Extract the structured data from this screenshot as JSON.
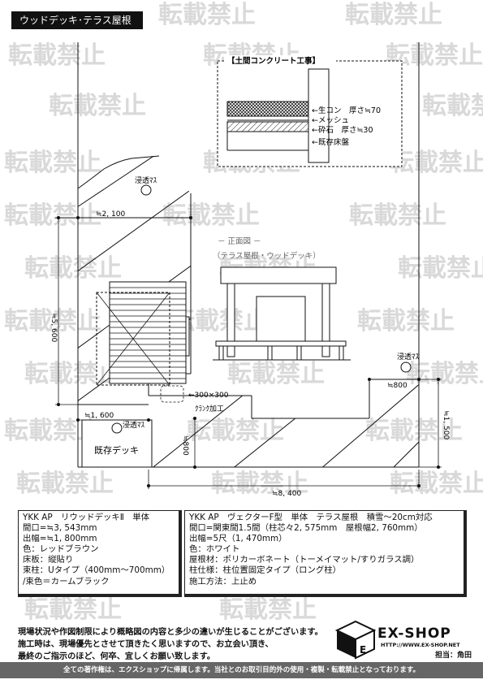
{
  "title": "ウッドデッキ･テラス屋根",
  "watermark_text": "転載禁止",
  "colors": {
    "footer_bg": "#666666",
    "title_bg": "#111111",
    "watermark": "#d9d9d9"
  },
  "concrete_detail": {
    "title": "【土間コンクリート工事】",
    "layers": [
      "←生コン　厚さ≒70",
      "←メッシュ",
      "←砕石　厚さ≒30",
      "←既存床盤"
    ]
  },
  "plan": {
    "label_infiltration_1": "浸透ﾏｽ",
    "label_infiltration_2": "浸透ﾏｽ",
    "label_infiltration_3": "浸透ﾏｽ",
    "dim_2100": "≒2, 100",
    "dim_5600": "≒5, 600",
    "dim_1600": "≒1, 600",
    "dim_800_v": "≒800",
    "dim_800_h": "≒800",
    "dim_1500": "≒1, 500",
    "dim_8400": "≒8, 400",
    "crank_size": "←300×300",
    "crank_label": "ｸﾗﾝｸ加工",
    "existing_deck": "既存デッキ",
    "front_view_title": "－ 正面図 －",
    "front_view_sub": "（テラス屋根・ウッドデッキ）"
  },
  "spec_deck": {
    "lines": [
      "YKK AP　リウッドデッキⅡ　単体",
      "間口=≒3, 543mm",
      "出幅=≒1, 800mm",
      "色：レッドブラウン",
      "床板：縦貼り",
      "束柱：Uタイプ（400mm～700mm）",
      "/束色＝カームブラック"
    ]
  },
  "spec_roof": {
    "lines": [
      "YKK AP　ヴェクターF型　単体　テラス屋根　積雪～20cm対応",
      "間口=関東間1.5間（柱芯々2, 575mm　屋根幅2, 760mm）",
      "出幅=5尺（1, 470mm）",
      "色：ホワイト",
      "屋根材：ポリカーボネート（トーメイマット/すりガラス調）",
      "柱仕様：柱位置固定タイプ（ロング柱）",
      "施工方法：上止め"
    ]
  },
  "notes": [
    "現場状況や作図制限により概略図の内容と多少の違いが生じることがございます。",
    "施工時は、現場優先とさせて頂きたく思いますので、お立会い頂き、",
    "最終のご指示のほど、何卒、宜しくお願い致します。"
  ],
  "brand": {
    "name": "EX-SHOP",
    "url": "HTTP://WWW.EX-SHOP.NET",
    "staff": "担当：角田"
  },
  "footer": "全ての著作権は、エクスショップに帰属します。当社とのお取引目的外の使用・複製・転載禁止となっております。"
}
